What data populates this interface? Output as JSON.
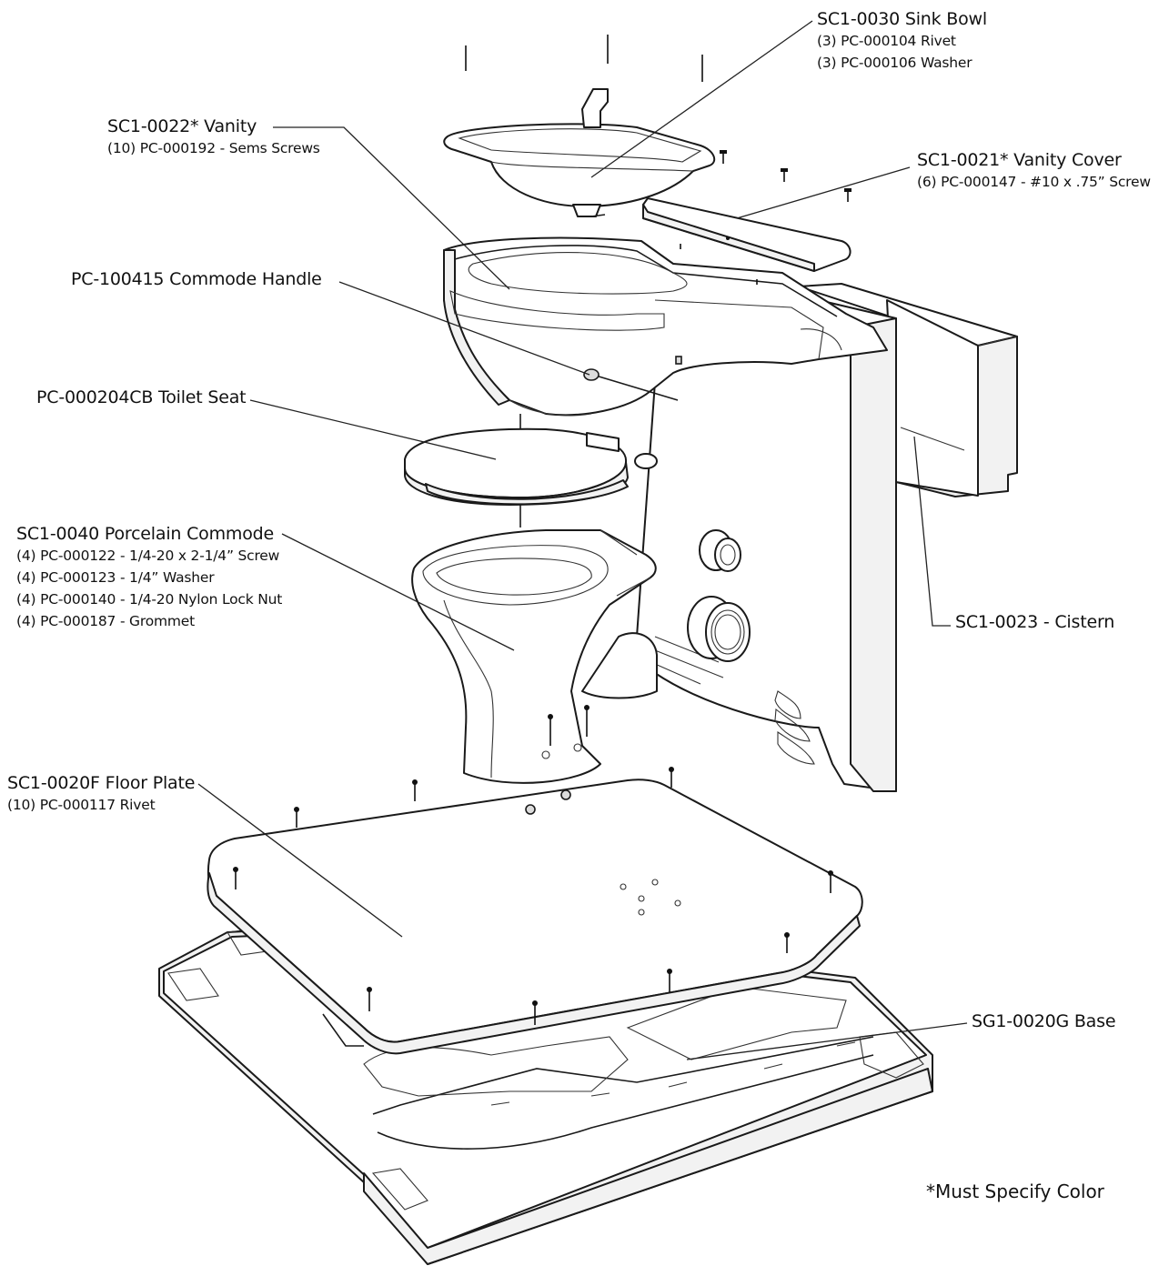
{
  "callouts": {
    "sink_bowl": {
      "title": "SC1-0030 Sink Bowl",
      "lines": [
        "(3) PC-000104 Rivet",
        "(3) PC-000106 Washer"
      ]
    },
    "vanity": {
      "title": "SC1-0022* Vanity",
      "lines": [
        "(10) PC-000192 - Sems Screws"
      ]
    },
    "vanity_cover": {
      "title": "SC1-0021* Vanity Cover",
      "lines": [
        "(6) PC-000147 - #10 x .75” Screw"
      ]
    },
    "commode_handle": {
      "title": "PC-100415 Commode Handle"
    },
    "toilet_seat": {
      "title": "PC-000204CB Toilet Seat"
    },
    "commode": {
      "title": "SC1-0040 Porcelain Commode",
      "lines": [
        "(4) PC-000122 - 1/4-20 x 2-1/4” Screw",
        "(4) PC-000123 - 1/4” Washer",
        "(4) PC-000140 - 1/4-20 Nylon Lock Nut",
        "(4) PC-000187 - Grommet"
      ]
    },
    "cistern": {
      "title": "SC1-0023 - Cistern"
    },
    "floor_plate": {
      "title": "SC1-0020F Floor Plate",
      "lines": [
        "(10) PC-000117 Rivet"
      ]
    },
    "base": {
      "title": "SG1-0020G Base"
    }
  },
  "footnote": "*Must Specify Color",
  "colors": {
    "line": "#1a1a1a",
    "background": "#ffffff"
  }
}
